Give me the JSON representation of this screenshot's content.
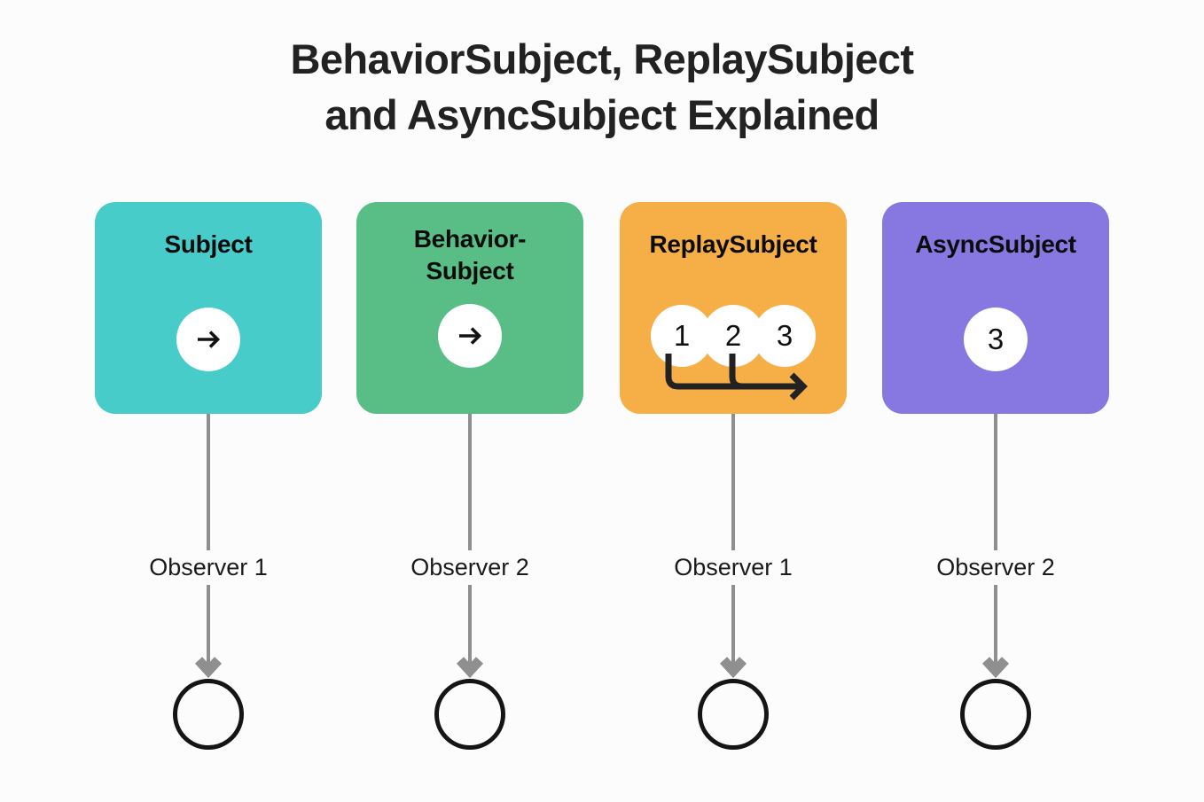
{
  "page": {
    "background_color": "#fcfcfc",
    "title": "BehaviorSubject, ReplaySubject\nand AsyncSubject Explained"
  },
  "colors": {
    "teal": "#47ccc9",
    "green": "#59be86",
    "orange": "#f6ae47",
    "purple": "#8678e0",
    "connector_gray": "#8f8f8f",
    "badge_white": "#ffffff",
    "text_dark": "#111111",
    "observer_outline": "#151515"
  },
  "columns": [
    {
      "card_label": "Subject",
      "card_color": "#47ccc9",
      "badge_type": "arrow",
      "badges": [
        "arrow-right-icon"
      ],
      "observer_label": "Observer 1"
    },
    {
      "card_label": "Behavior-\nSubject",
      "card_color": "#59be86",
      "badge_type": "arrow",
      "badges": [
        "arrow-right-icon"
      ],
      "observer_label": "Observer 2"
    },
    {
      "card_label": "ReplaySubject",
      "card_color": "#f6ae47",
      "badge_type": "numbers",
      "badges": [
        "1",
        "2",
        "3"
      ],
      "observer_label": "Observer 1"
    },
    {
      "card_label": "AsyncSubject",
      "card_color": "#8678e0",
      "badge_type": "numbers",
      "badges": [
        "3"
      ],
      "observer_label": "Observer 2"
    }
  ]
}
